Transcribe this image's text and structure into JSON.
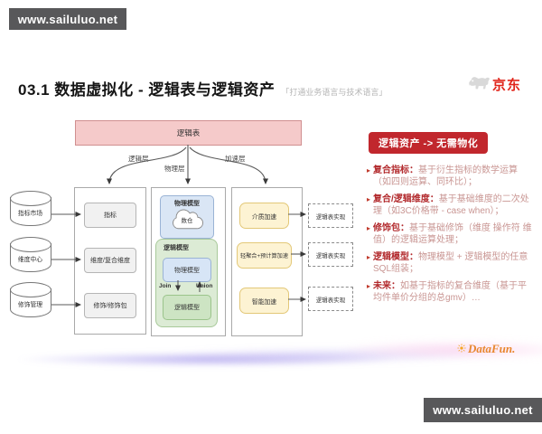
{
  "watermarks": {
    "top_left": "www.sailuluo.net",
    "bottom_right": "www.sailuluo.net"
  },
  "header": {
    "title": "03.1 数据虚拟化 - 逻辑表与逻辑资产",
    "subtitle": "「打通业务语言与技术语言」",
    "brand_name": "京东"
  },
  "diagram": {
    "root": "逻辑表",
    "branches": {
      "left": "逻辑层",
      "middle": "物理层",
      "right": "加速层"
    },
    "sources": [
      "指标市场",
      "维度中心",
      "修饰管理"
    ],
    "logic_items": [
      "指标",
      "维度/复合维度",
      "修饰/修饰包"
    ],
    "physical_box": {
      "label": "物理模型",
      "cloud": "数仓"
    },
    "logical_box": {
      "label": "逻辑模型",
      "inner_physical": "物理模型",
      "join": "Join",
      "union": "Union",
      "inner_logical": "逻辑模型"
    },
    "accel_items": [
      "介质加速",
      "轻聚合+预计算加速",
      "智能加速"
    ],
    "impl_items": [
      "逻辑表实现",
      "逻辑表实现",
      "逻辑表实现"
    ]
  },
  "panel": {
    "badge": "逻辑资产 -> 无需物化",
    "marker": "▸",
    "bullets": [
      {
        "term": "复合指标：",
        "body": "基于衍生指标的数学运算（如四则运算、同环比）；"
      },
      {
        "term": "复合/逻辑维度：",
        "body": "基于基础维度的二次处理（如3C价格带 - case when）；"
      },
      {
        "term": "修饰包：",
        "body": "基于基础修饰（维度 操作符 维值）的逻辑运算处理；"
      },
      {
        "term": "逻辑模型：",
        "body": "物理模型 + 逻辑模型的任意SQL组装；"
      },
      {
        "term": "未来：",
        "body": "如基于指标的复合维度（基于平均件单价分组的总gmv）…"
      }
    ]
  },
  "footer": {
    "logo_text": "DataFun."
  },
  "colors": {
    "accent_red": "#c1272d",
    "brand_red": "#e1251b",
    "pink_box": "#f5caca",
    "blue_box": "#dae6f5",
    "green_box": "#dcebd5",
    "yellow_box": "#fdf3d3"
  }
}
